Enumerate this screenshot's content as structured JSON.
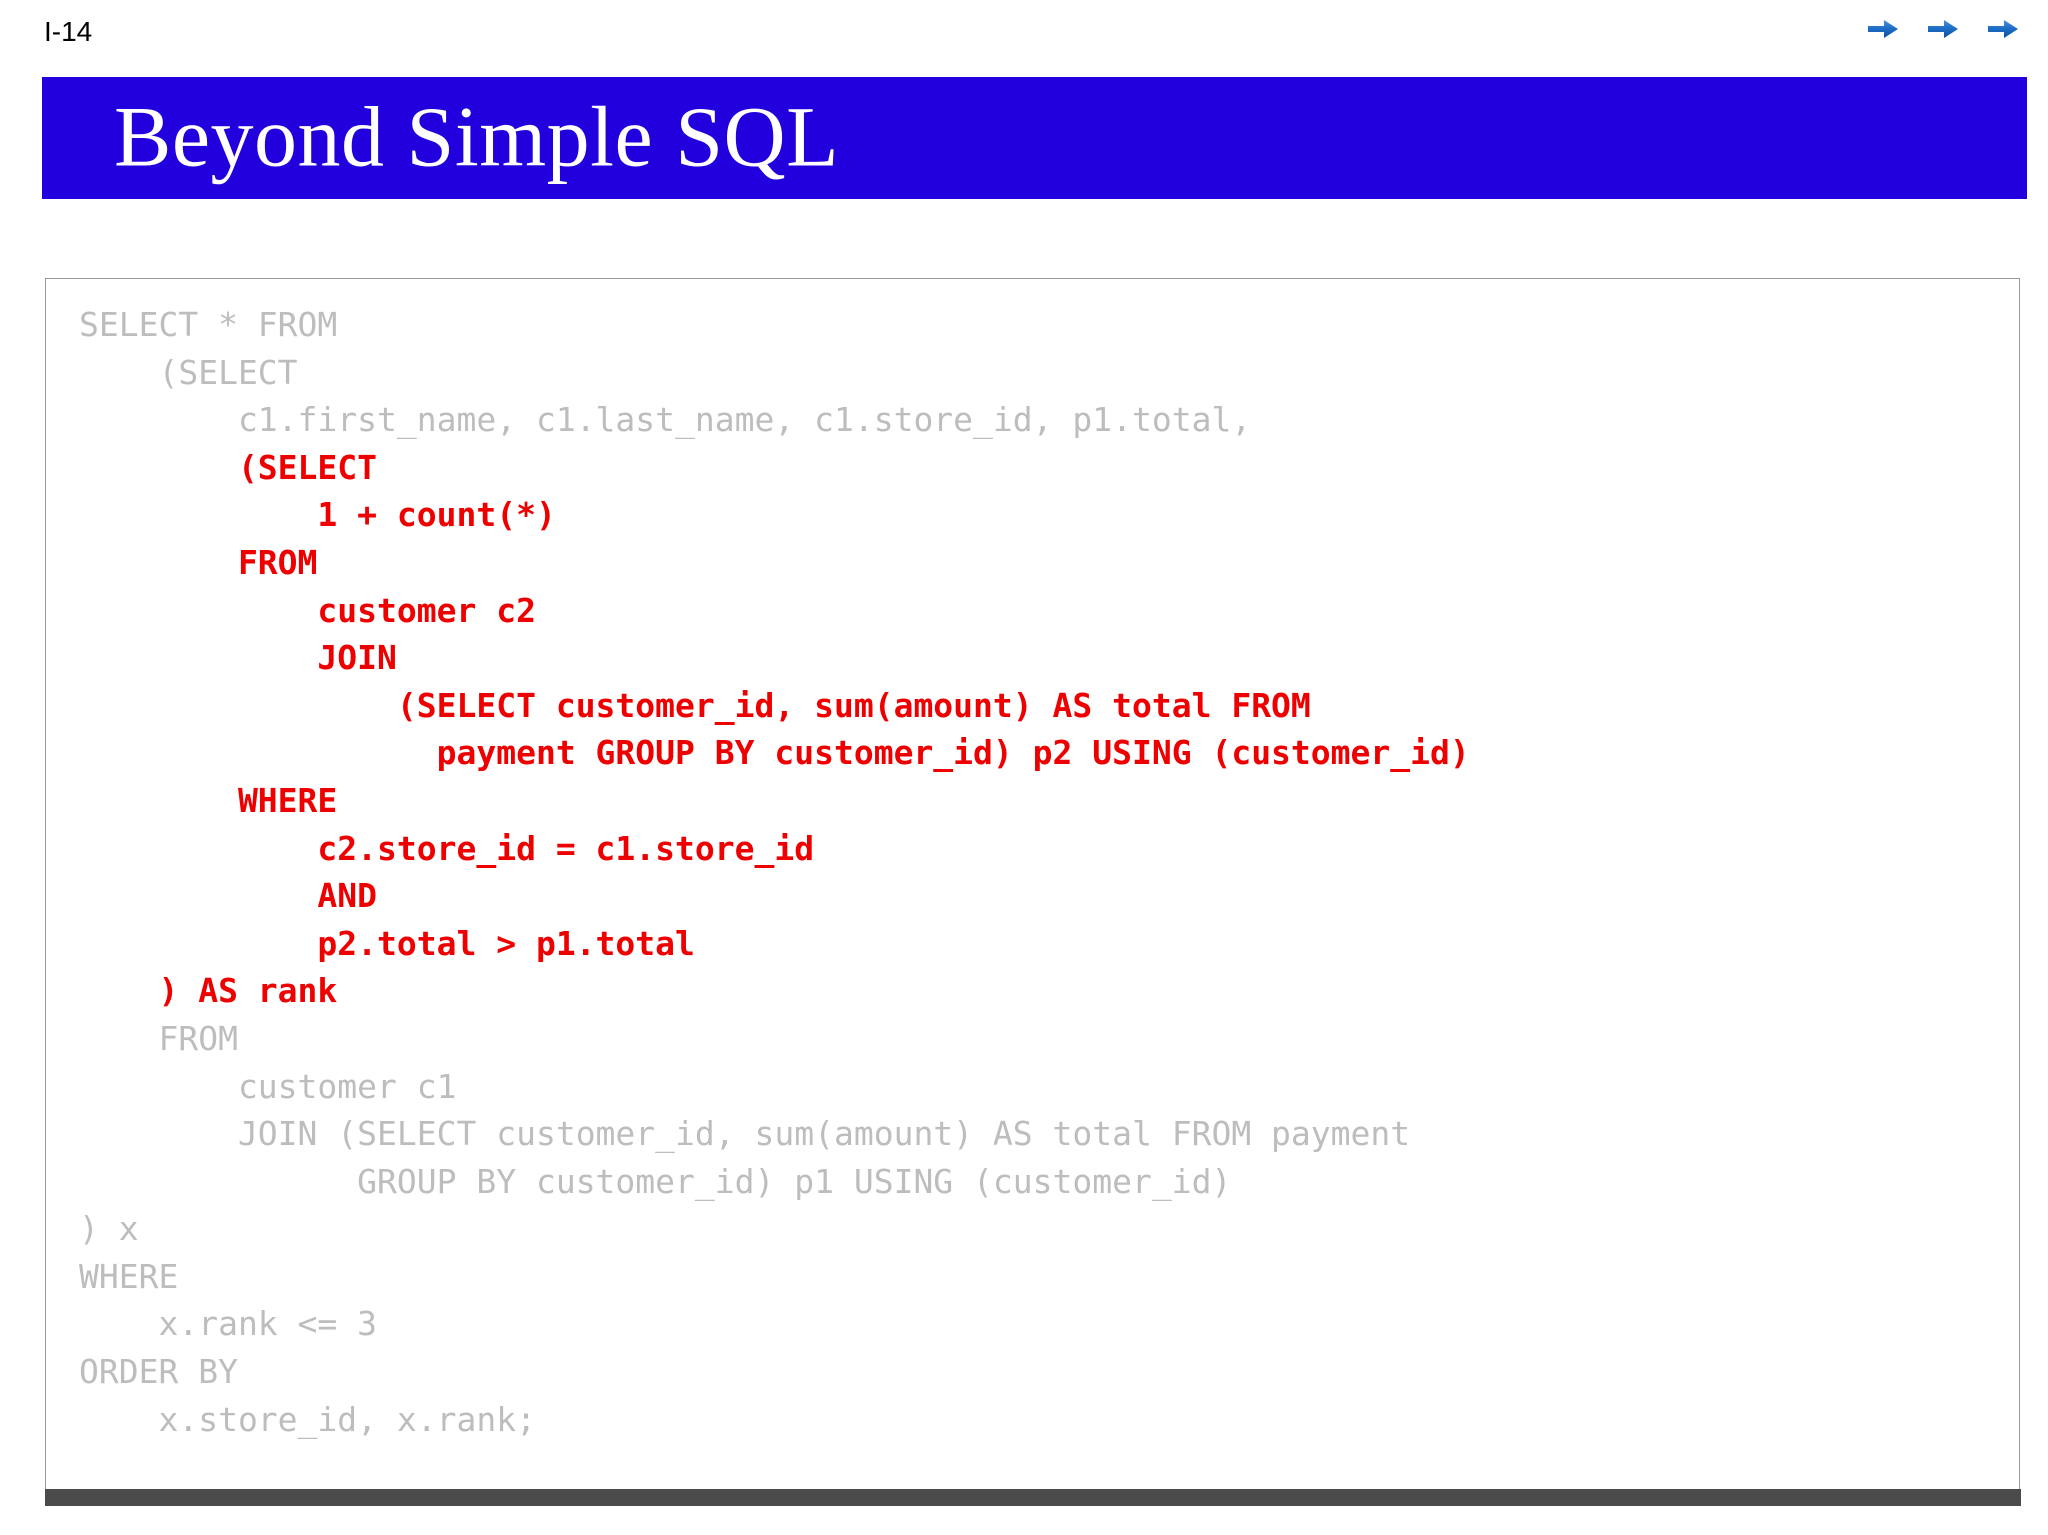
{
  "header": {
    "slide_label": "I-14",
    "nav_icons": [
      "arrow-right-icon",
      "arrow-right-icon",
      "arrow-right-icon"
    ],
    "accent_color": "#2200dd"
  },
  "title": {
    "text": "Beyond Simple SQL",
    "background_color": "#2200dd",
    "text_color": "#ffffff"
  },
  "code": {
    "dim_color": "#bdbdbd",
    "highlight_color": "#ee0000",
    "lines": [
      {
        "text": "SELECT * FROM",
        "style": "dim"
      },
      {
        "text": "    (SELECT",
        "style": "dim"
      },
      {
        "text": "        c1.first_name, c1.last_name, c1.store_id, p1.total,",
        "style": "dim"
      },
      {
        "text": "        (SELECT",
        "style": "hl"
      },
      {
        "text": "            1 + count(*)",
        "style": "hl"
      },
      {
        "text": "        FROM",
        "style": "hl"
      },
      {
        "text": "            customer c2",
        "style": "hl"
      },
      {
        "text": "            JOIN",
        "style": "hl"
      },
      {
        "text": "                (SELECT customer_id, sum(amount) AS total FROM",
        "style": "hl"
      },
      {
        "text": "                  payment GROUP BY customer_id) p2 USING (customer_id)",
        "style": "hl"
      },
      {
        "text": "        WHERE",
        "style": "hl"
      },
      {
        "text": "            c2.store_id = c1.store_id",
        "style": "hl"
      },
      {
        "text": "            AND",
        "style": "hl"
      },
      {
        "text": "            p2.total > p1.total",
        "style": "hl"
      },
      {
        "text": "    ) AS rank",
        "style": "hl"
      },
      {
        "text": "    FROM",
        "style": "dim"
      },
      {
        "text": "        customer c1",
        "style": "dim"
      },
      {
        "text": "        JOIN (SELECT customer_id, sum(amount) AS total FROM payment",
        "style": "dim"
      },
      {
        "text": "              GROUP BY customer_id) p1 USING (customer_id)",
        "style": "dim"
      },
      {
        "text": ") x",
        "style": "dim"
      },
      {
        "text": "WHERE",
        "style": "dim"
      },
      {
        "text": "    x.rank <= 3",
        "style": "dim"
      },
      {
        "text": "ORDER BY",
        "style": "dim"
      },
      {
        "text": "    x.store_id, x.rank;",
        "style": "dim"
      }
    ]
  },
  "footer": {
    "bar_color": "#4b4b4b"
  }
}
